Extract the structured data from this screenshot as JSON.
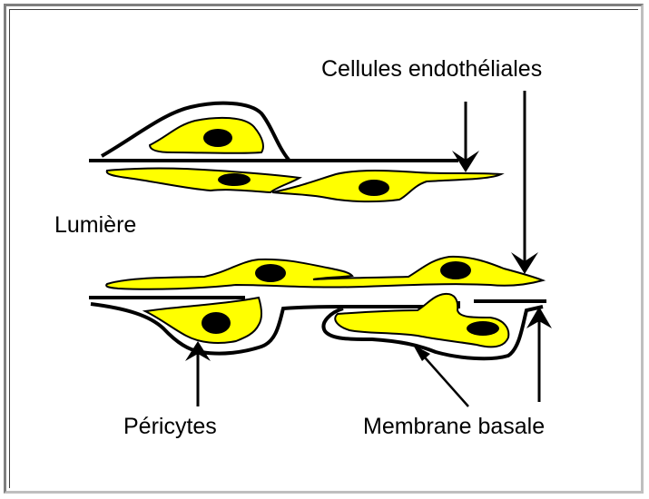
{
  "labels": {
    "endothelial": "Cellules endothéliales",
    "lumen": "Lumière",
    "pericytes": "Péricytes",
    "basement_membrane": "Membrane basale"
  },
  "colors": {
    "cell_fill": "#ffff00",
    "nucleus": "#000000",
    "membrane": "#000000"
  }
}
